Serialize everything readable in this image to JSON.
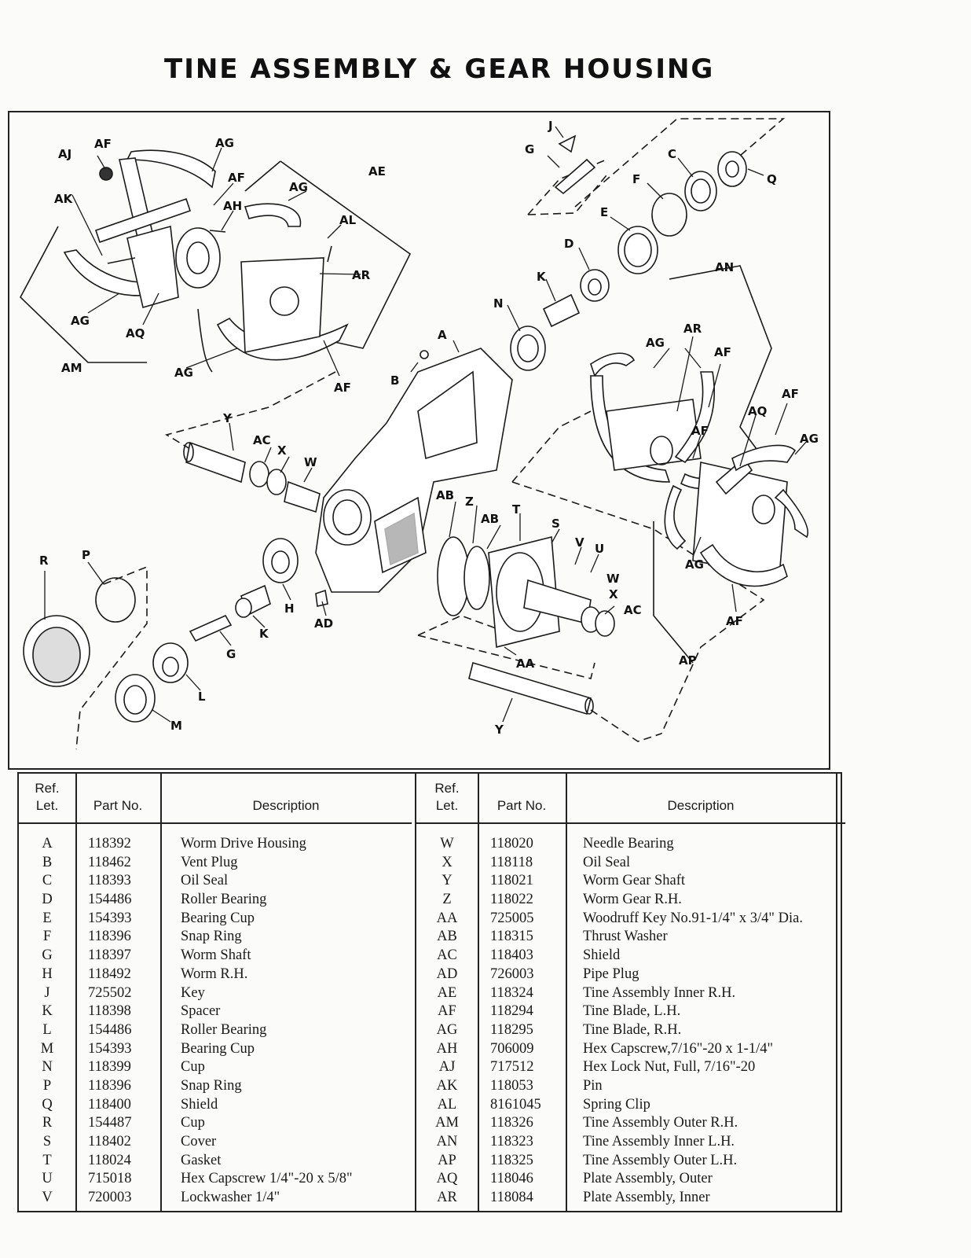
{
  "title": "TINE ASSEMBLY & GEAR HOUSING",
  "diagram_labels": [
    "AJ",
    "AF",
    "AG",
    "AF",
    "AE",
    "AG",
    "AH",
    "AK",
    "AL",
    "AR",
    "AG",
    "AQ",
    "AM",
    "AG",
    "AF",
    "J",
    "G",
    "C",
    "Q",
    "F",
    "E",
    "D",
    "AN",
    "K",
    "N",
    "AR",
    "AG",
    "AF",
    "A",
    "B",
    "AF",
    "AQ",
    "AF",
    "AG",
    "Y",
    "AC",
    "X",
    "W",
    "AB",
    "Z",
    "AB",
    "T",
    "S",
    "V",
    "U",
    "W",
    "X",
    "AC",
    "R",
    "P",
    "H",
    "AD",
    "K",
    "G",
    "AG",
    "AF",
    "AP",
    "AA",
    "L",
    "M",
    "Y"
  ],
  "table": {
    "headers": {
      "ref": "Ref.\nLet.",
      "part": "Part No.",
      "desc": "Description"
    },
    "left": [
      {
        "ref": "A",
        "part": "118392",
        "desc": "Worm Drive Housing"
      },
      {
        "ref": "B",
        "part": "118462",
        "desc": "Vent Plug"
      },
      {
        "ref": "C",
        "part": "118393",
        "desc": "Oil Seal"
      },
      {
        "ref": "D",
        "part": "154486",
        "desc": "Roller Bearing"
      },
      {
        "ref": "E",
        "part": "154393",
        "desc": "Bearing Cup"
      },
      {
        "ref": "F",
        "part": "118396",
        "desc": "Snap Ring"
      },
      {
        "ref": "G",
        "part": "118397",
        "desc": "Worm Shaft"
      },
      {
        "ref": "H",
        "part": "118492",
        "desc": "Worm R.H."
      },
      {
        "ref": "J",
        "part": "725502",
        "desc": "Key"
      },
      {
        "ref": "K",
        "part": "118398",
        "desc": "Spacer"
      },
      {
        "ref": "L",
        "part": "154486",
        "desc": "Roller Bearing"
      },
      {
        "ref": "M",
        "part": "154393",
        "desc": "Bearing Cup"
      },
      {
        "ref": "N",
        "part": "118399",
        "desc": "Cup"
      },
      {
        "ref": "P",
        "part": "118396",
        "desc": "Snap Ring"
      },
      {
        "ref": "Q",
        "part": "118400",
        "desc": "Shield"
      },
      {
        "ref": "R",
        "part": "154487",
        "desc": "Cup"
      },
      {
        "ref": "S",
        "part": "118402",
        "desc": "Cover"
      },
      {
        "ref": "T",
        "part": "118024",
        "desc": "Gasket"
      },
      {
        "ref": "U",
        "part": "715018",
        "desc": "Hex Capscrew 1/4\"-20 x 5/8\""
      },
      {
        "ref": "V",
        "part": "720003",
        "desc": "Lockwasher 1/4\""
      }
    ],
    "right": [
      {
        "ref": "W",
        "part": "118020",
        "desc": "Needle Bearing"
      },
      {
        "ref": "X",
        "part": "118118",
        "desc": "Oil Seal"
      },
      {
        "ref": "Y",
        "part": "118021",
        "desc": "Worm Gear Shaft"
      },
      {
        "ref": "Z",
        "part": "118022",
        "desc": "Worm Gear R.H."
      },
      {
        "ref": "AA",
        "part": "725005",
        "desc": "Woodruff Key No.91-1/4\" x 3/4\" Dia."
      },
      {
        "ref": "AB",
        "part": "118315",
        "desc": "Thrust Washer"
      },
      {
        "ref": "AC",
        "part": "118403",
        "desc": "Shield"
      },
      {
        "ref": "AD",
        "part": "726003",
        "desc": "Pipe Plug"
      },
      {
        "ref": "AE",
        "part": "118324",
        "desc": "Tine Assembly Inner R.H."
      },
      {
        "ref": "AF",
        "part": "118294",
        "desc": "Tine Blade, L.H."
      },
      {
        "ref": "AG",
        "part": "118295",
        "desc": "Tine Blade, R.H."
      },
      {
        "ref": "AH",
        "part": "706009",
        "desc": "Hex Capscrew,7/16\"-20 x 1-1/4\""
      },
      {
        "ref": "AJ",
        "part": "717512",
        "desc": "Hex Lock Nut, Full, 7/16\"-20"
      },
      {
        "ref": "AK",
        "part": "118053",
        "desc": "Pin"
      },
      {
        "ref": "AL",
        "part": "8161045",
        "desc": "Spring Clip"
      },
      {
        "ref": "AM",
        "part": "118326",
        "desc": "Tine Assembly Outer R.H."
      },
      {
        "ref": "AN",
        "part": "118323",
        "desc": "Tine Assembly Inner L.H."
      },
      {
        "ref": "AP",
        "part": "118325",
        "desc": "Tine Assembly Outer L.H."
      },
      {
        "ref": "AQ",
        "part": "118046",
        "desc": "Plate Assembly, Outer"
      },
      {
        "ref": "AR",
        "part": "118084",
        "desc": "Plate Assembly, Inner"
      }
    ]
  }
}
